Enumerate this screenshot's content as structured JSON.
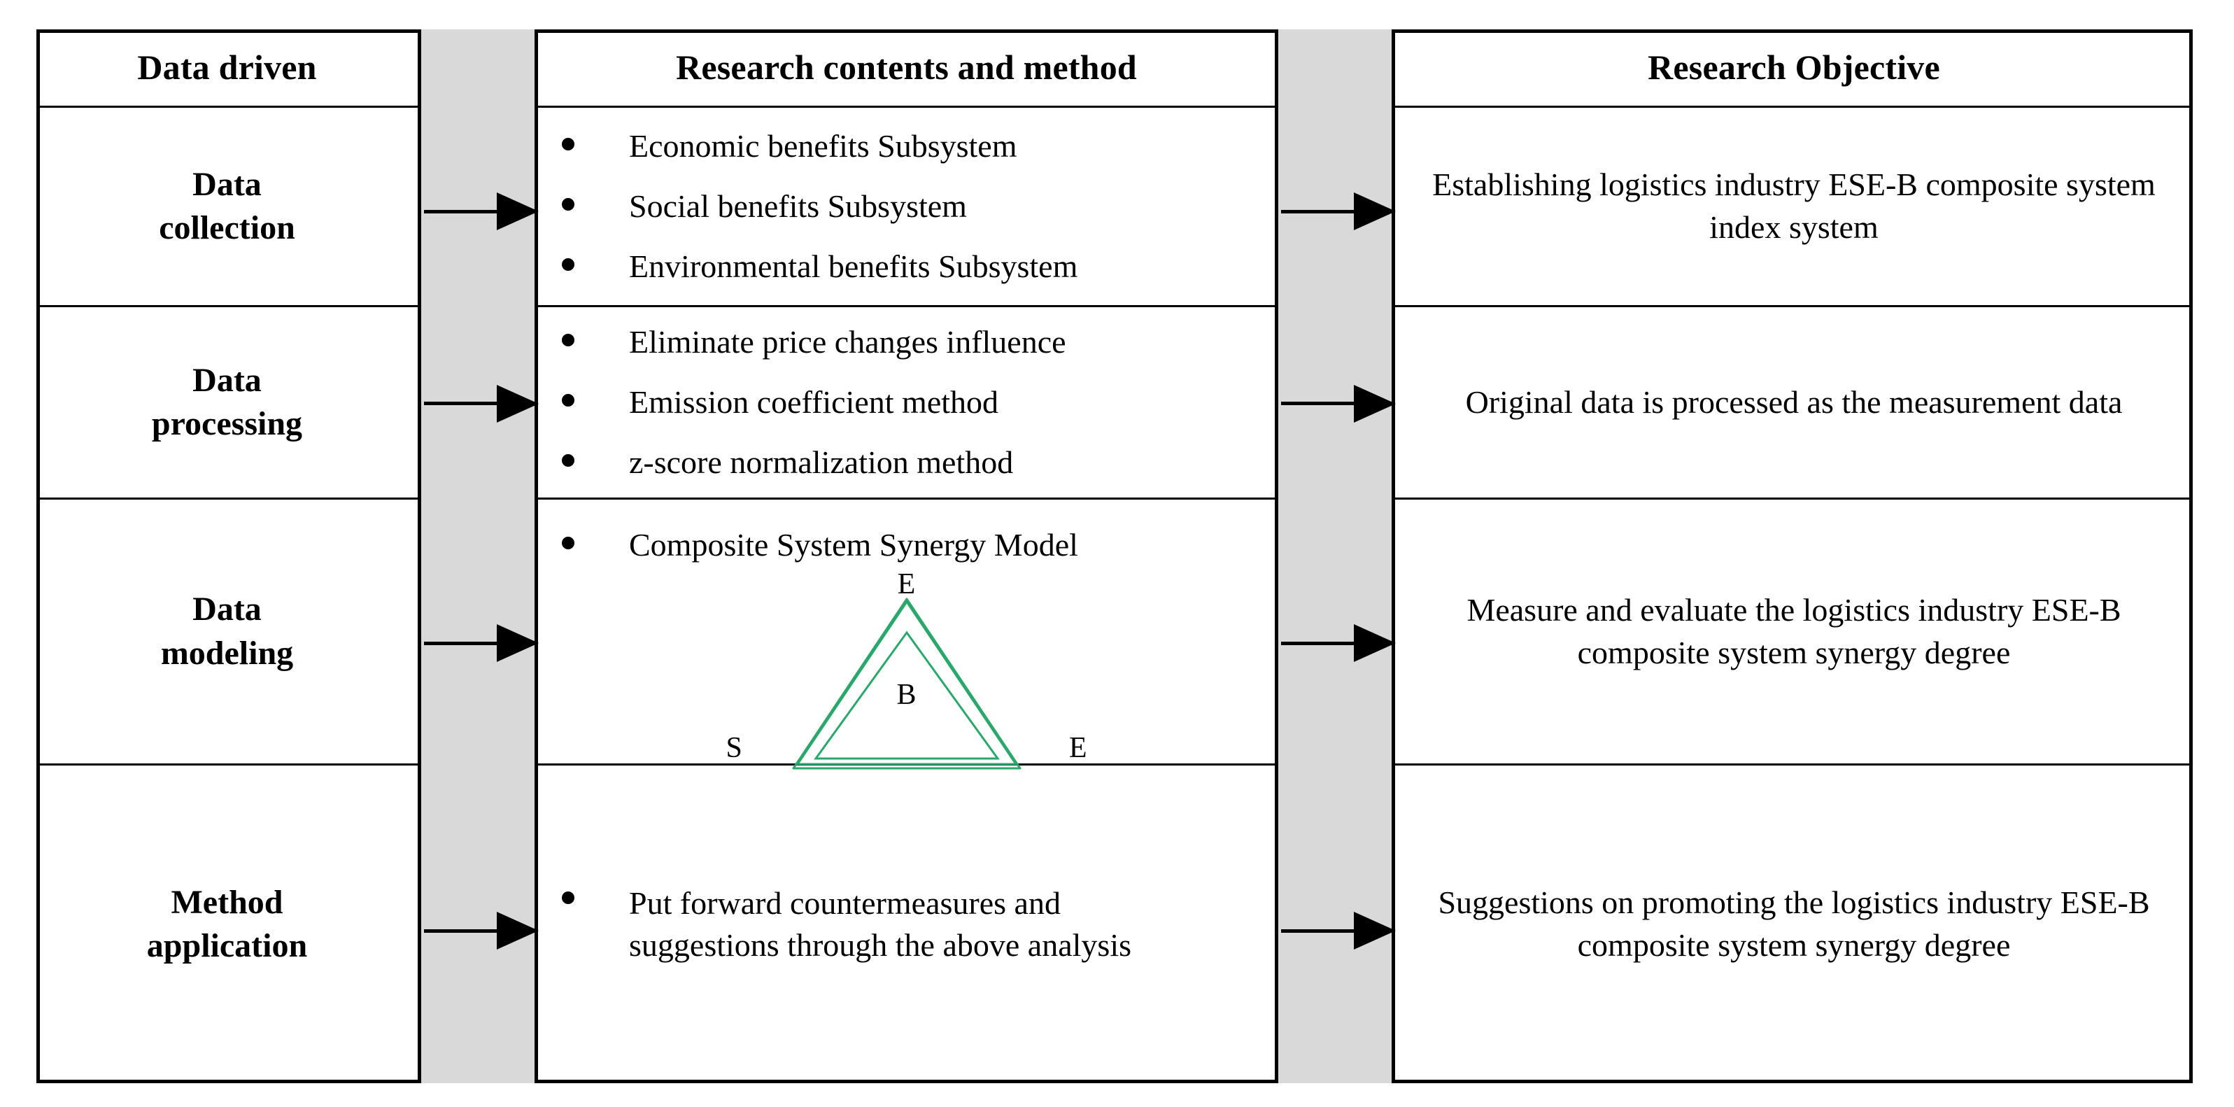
{
  "figure": {
    "columns": {
      "data_driven": "Data driven",
      "research_contents": "Research contents and method",
      "research_objective": "Research Objective"
    },
    "colors": {
      "connector_band": "#d9d9d9",
      "border": "#000000",
      "triangle_stroke": "#2aa86b",
      "text": "#000000"
    },
    "rows": [
      {
        "stage": "Data\ncollection",
        "stage_line1": "Data",
        "stage_line2": "collection",
        "bullets": [
          "Economic benefits Subsystem",
          "Social benefits Subsystem",
          "Environmental benefits Subsystem"
        ],
        "objective": "Establishing logistics industry ESE-B composite system index system",
        "arrow": "right-arrow"
      },
      {
        "stage_line1": "Data",
        "stage_line2": "processing",
        "bullets": [
          "Eliminate price changes influence",
          "Emission coefficient method",
          "z-score normalization method"
        ],
        "objective": "Original data is processed as the measurement data",
        "arrow": "right-arrow"
      },
      {
        "stage_line1": "Data",
        "stage_line2": "modeling",
        "bullets": [
          "Composite System Synergy Model"
        ],
        "diagram": {
          "type": "nested-triangle",
          "vertex_top": "E",
          "vertex_left": "S",
          "vertex_right": "E",
          "center": "B"
        },
        "objective": "Measure and evaluate  the logistics industry ESE-B composite system synergy degree",
        "arrow": "right-arrow"
      },
      {
        "stage_line1": "Method",
        "stage_line2": "application",
        "bullets": [
          "Put forward  countermeasures and suggestions through the above analysis"
        ],
        "objective": "Suggestions on promoting the logistics industry ESE-B composite system  synergy degree",
        "arrow": "right-arrow"
      }
    ]
  }
}
